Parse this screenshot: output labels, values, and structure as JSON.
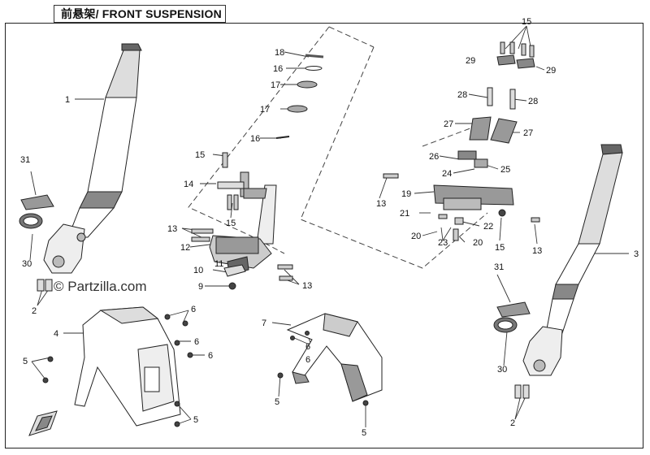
{
  "title": "前悬架/ FRONT SUSPENSION",
  "watermark": "© Partzilla.com",
  "callouts": {
    "c1": "1",
    "c2a": "2",
    "c2b": "2",
    "c3": "3",
    "c4": "4",
    "c5a": "5",
    "c5b": "5",
    "c5c": "5",
    "c5d": "5",
    "c6a": "6",
    "c6b": "6",
    "c6c": "6",
    "c6d": "6",
    "c6e": "6",
    "c7": "7",
    "c9": "9",
    "c10": "10",
    "c11": "11",
    "c12": "12",
    "c13a": "13",
    "c13b": "13",
    "c13c": "13",
    "c13d": "13",
    "c14": "14",
    "c15a": "15",
    "c15b": "15",
    "c15c": "15",
    "c15d": "15",
    "c16a": "16",
    "c16b": "16",
    "c17a": "17",
    "c17b": "17",
    "c18": "18",
    "c19": "19",
    "c20a": "20",
    "c20b": "20",
    "c21": "21",
    "c22": "22",
    "c23": "23",
    "c24": "24",
    "c25": "25",
    "c26": "26",
    "c27a": "27",
    "c27b": "27",
    "c28a": "28",
    "c28b": "28",
    "c29a": "29",
    "c29b": "29",
    "c30a": "30",
    "c30b": "30",
    "c31a": "31",
    "c31b": "31"
  }
}
